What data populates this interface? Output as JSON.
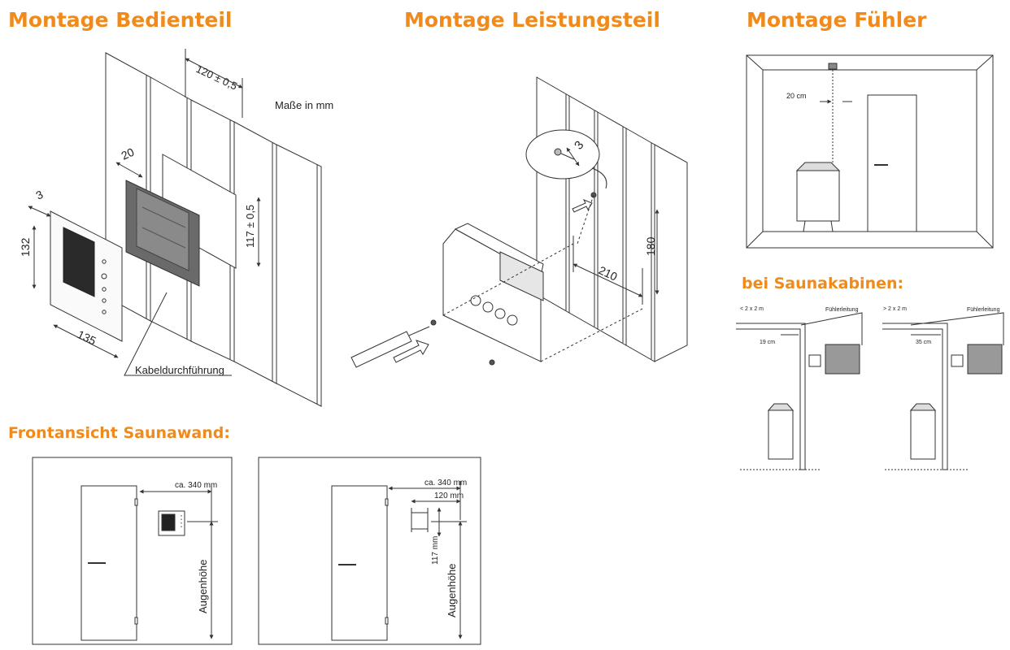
{
  "headings": {
    "bedienteil": "Montage Bedienteil",
    "leistungsteil": "Montage Leistungsteil",
    "fuehler": "Montage Fühler",
    "saunakabinen": "bei Saunakabinen:",
    "frontansicht": "Frontansicht Saunawand:"
  },
  "bedienteil": {
    "units_note": "Maße in mm",
    "dim_cutout_width": "120 ± 0,5",
    "dim_cutout_height": "117 ± 0,5",
    "dim_offset": "20",
    "dim_depth": "3",
    "dim_panel_height": "132",
    "dim_panel_width": "135",
    "cable_label": "Kabeldurchführung"
  },
  "leistungsteil": {
    "dim_screw_depth": "3",
    "dim_hole_spacing": "210",
    "dim_hole_height": "180"
  },
  "fuehler": {
    "dim_sensor_distance": "20 cm"
  },
  "saunakabinen": {
    "left": {
      "size_label": "< 2 x 2 m",
      "cable_label": "Fühlerleitung",
      "distance": "19 cm"
    },
    "right": {
      "size_label": "> 2 x 2 m",
      "cable_label": "Fühlerleitung",
      "distance": "35 cm"
    }
  },
  "frontansicht": {
    "left": {
      "dim_distance": "ca. 340 mm",
      "eye_height": "Augenhöhe"
    },
    "right": {
      "dim_distance": "ca. 340 mm",
      "dim_width": "120 mm",
      "dim_height": "117 mm",
      "eye_height": "Augenhöhe"
    }
  },
  "colors": {
    "accent": "#f08a1c",
    "line": "#333333",
    "panel_dark": "#555555"
  }
}
